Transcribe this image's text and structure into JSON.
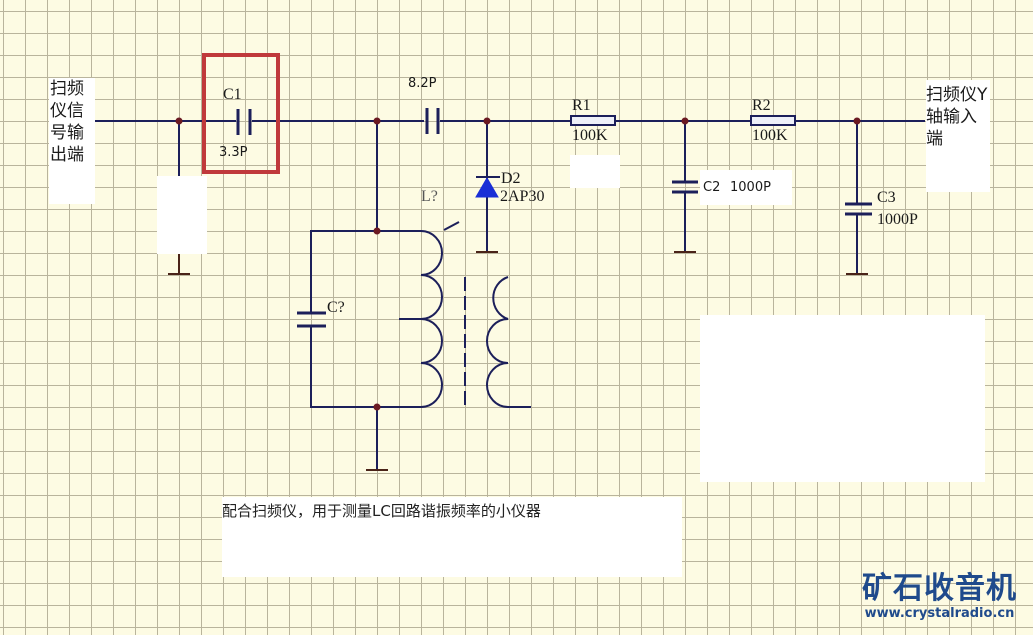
{
  "title": "配合扫频仪，用于测量LC回路谐振频率的小仪器",
  "input_terminal": "扫频仪信号输出端",
  "output_terminal": "扫频仪Y轴输入端",
  "components": {
    "c1": {
      "ref": "C1",
      "value": "3.3P",
      "highlighted": true,
      "highlight_color": "#c0393b"
    },
    "c_coupling": {
      "ref": "",
      "value": "8.2P"
    },
    "d2": {
      "ref": "D2",
      "value": "2AP30",
      "color": "#1a2fd6"
    },
    "r1": {
      "ref": "R1",
      "value": "100K"
    },
    "r2": {
      "ref": "R2",
      "value": "100K"
    },
    "c2": {
      "ref": "C2",
      "value": "1000P"
    },
    "c3": {
      "ref": "C3",
      "value": "1000P"
    },
    "c_tank": {
      "ref": "C?",
      "value": ""
    },
    "l_coil": {
      "ref": "L?",
      "value": ""
    }
  },
  "colors": {
    "wire": "#1c1f5a",
    "junction": "#6b1a22",
    "ground": "#4a2318",
    "grid": "#b9b49c",
    "background": "#fdfbe3"
  },
  "watermark": {
    "name": "矿石收音机",
    "url": "www.crystalradio.cn"
  }
}
